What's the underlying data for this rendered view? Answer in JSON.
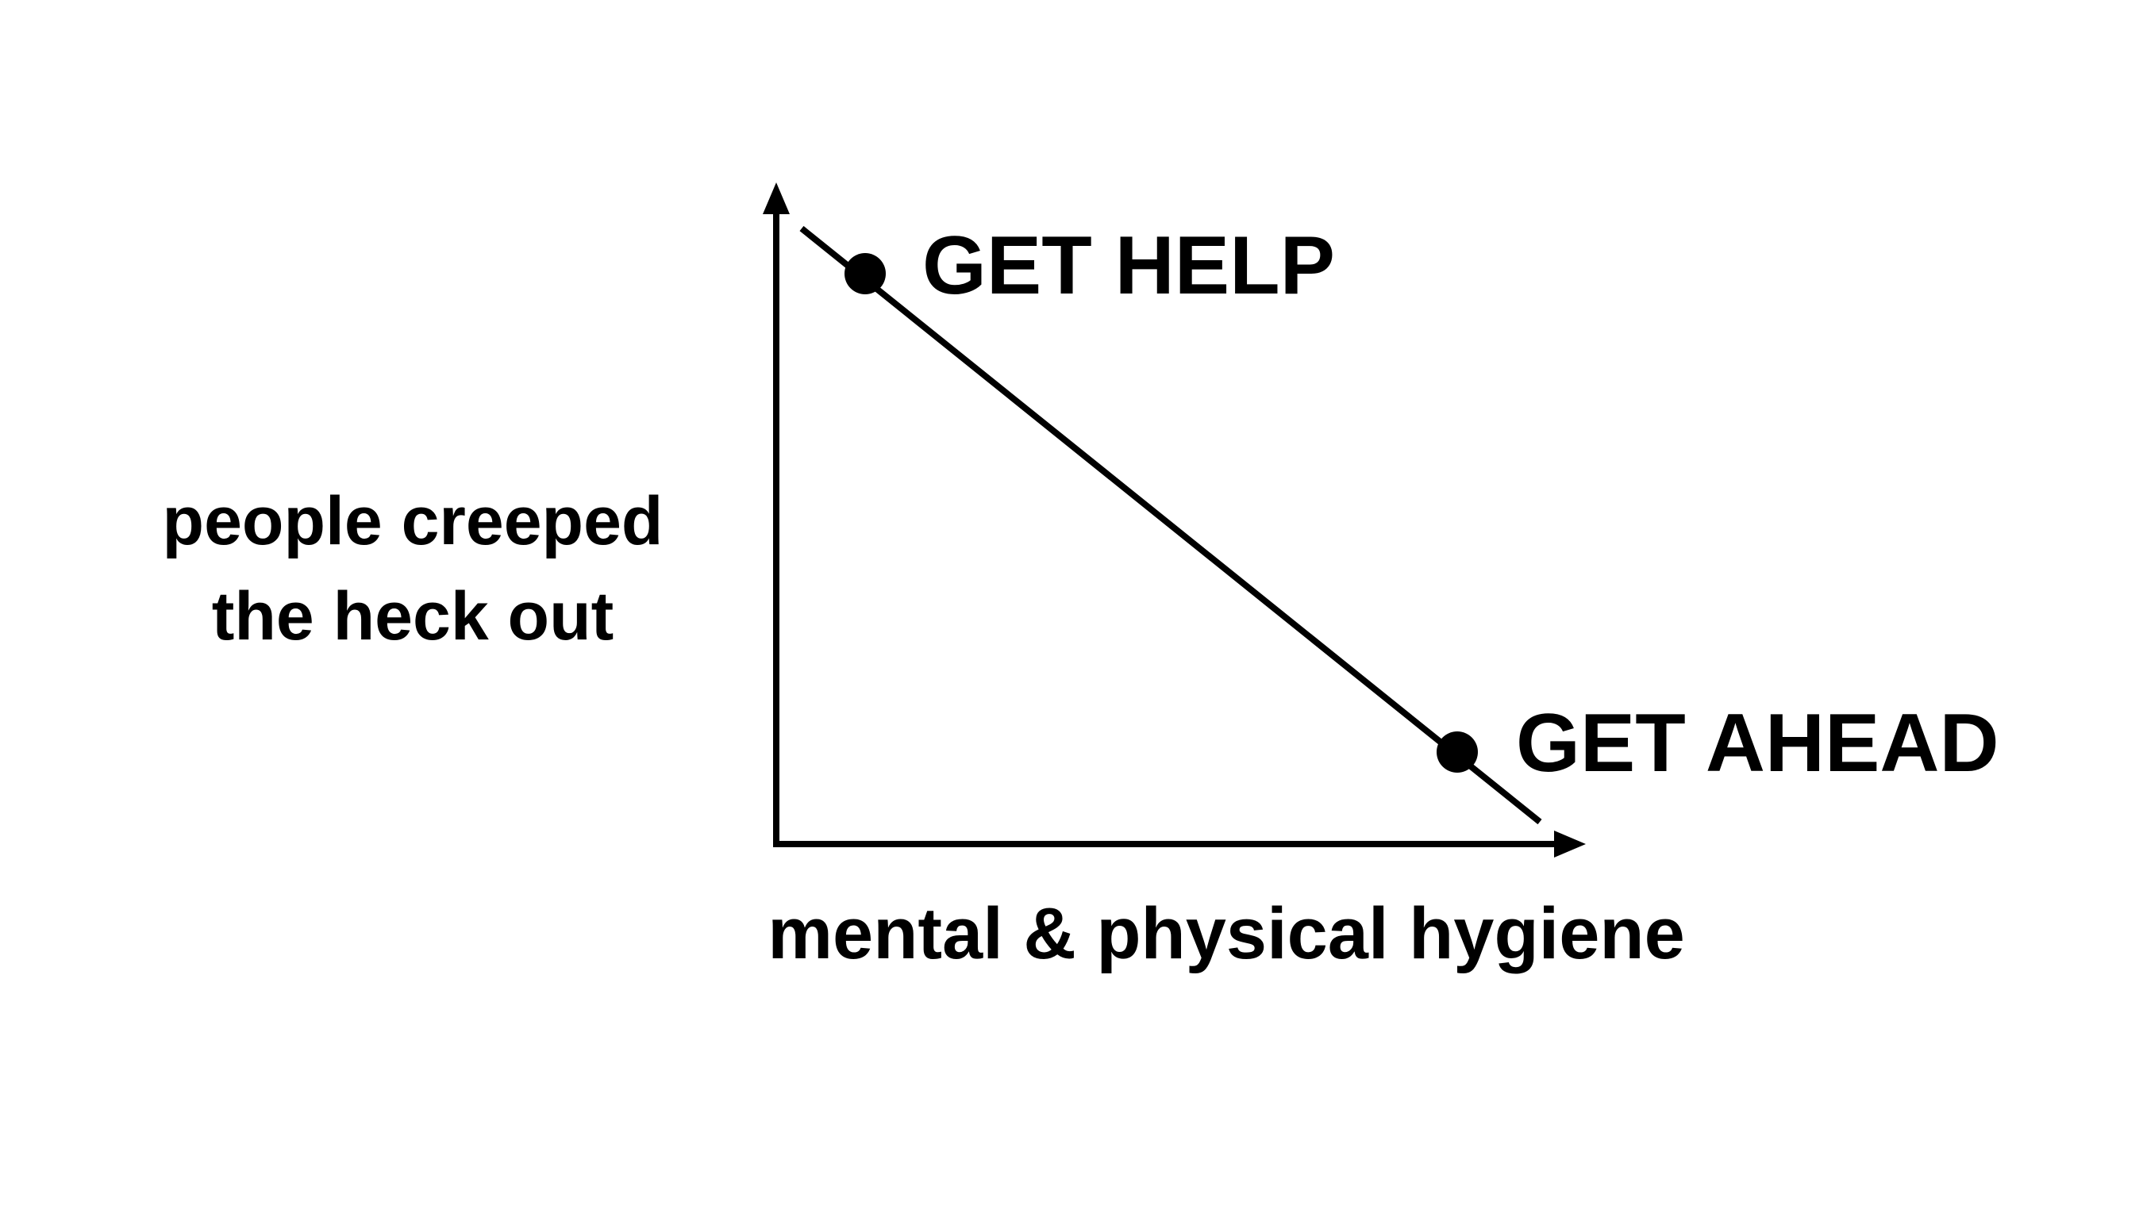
{
  "diagram": {
    "y_axis_label": {
      "line1": "people creeped",
      "line2": "the heck out"
    },
    "x_axis_label": "mental & physical hygiene",
    "points": [
      {
        "label": "GET HELP"
      },
      {
        "label": "GET AHEAD"
      }
    ],
    "colors": {
      "ink": "#000000",
      "background": "#ffffff"
    }
  }
}
